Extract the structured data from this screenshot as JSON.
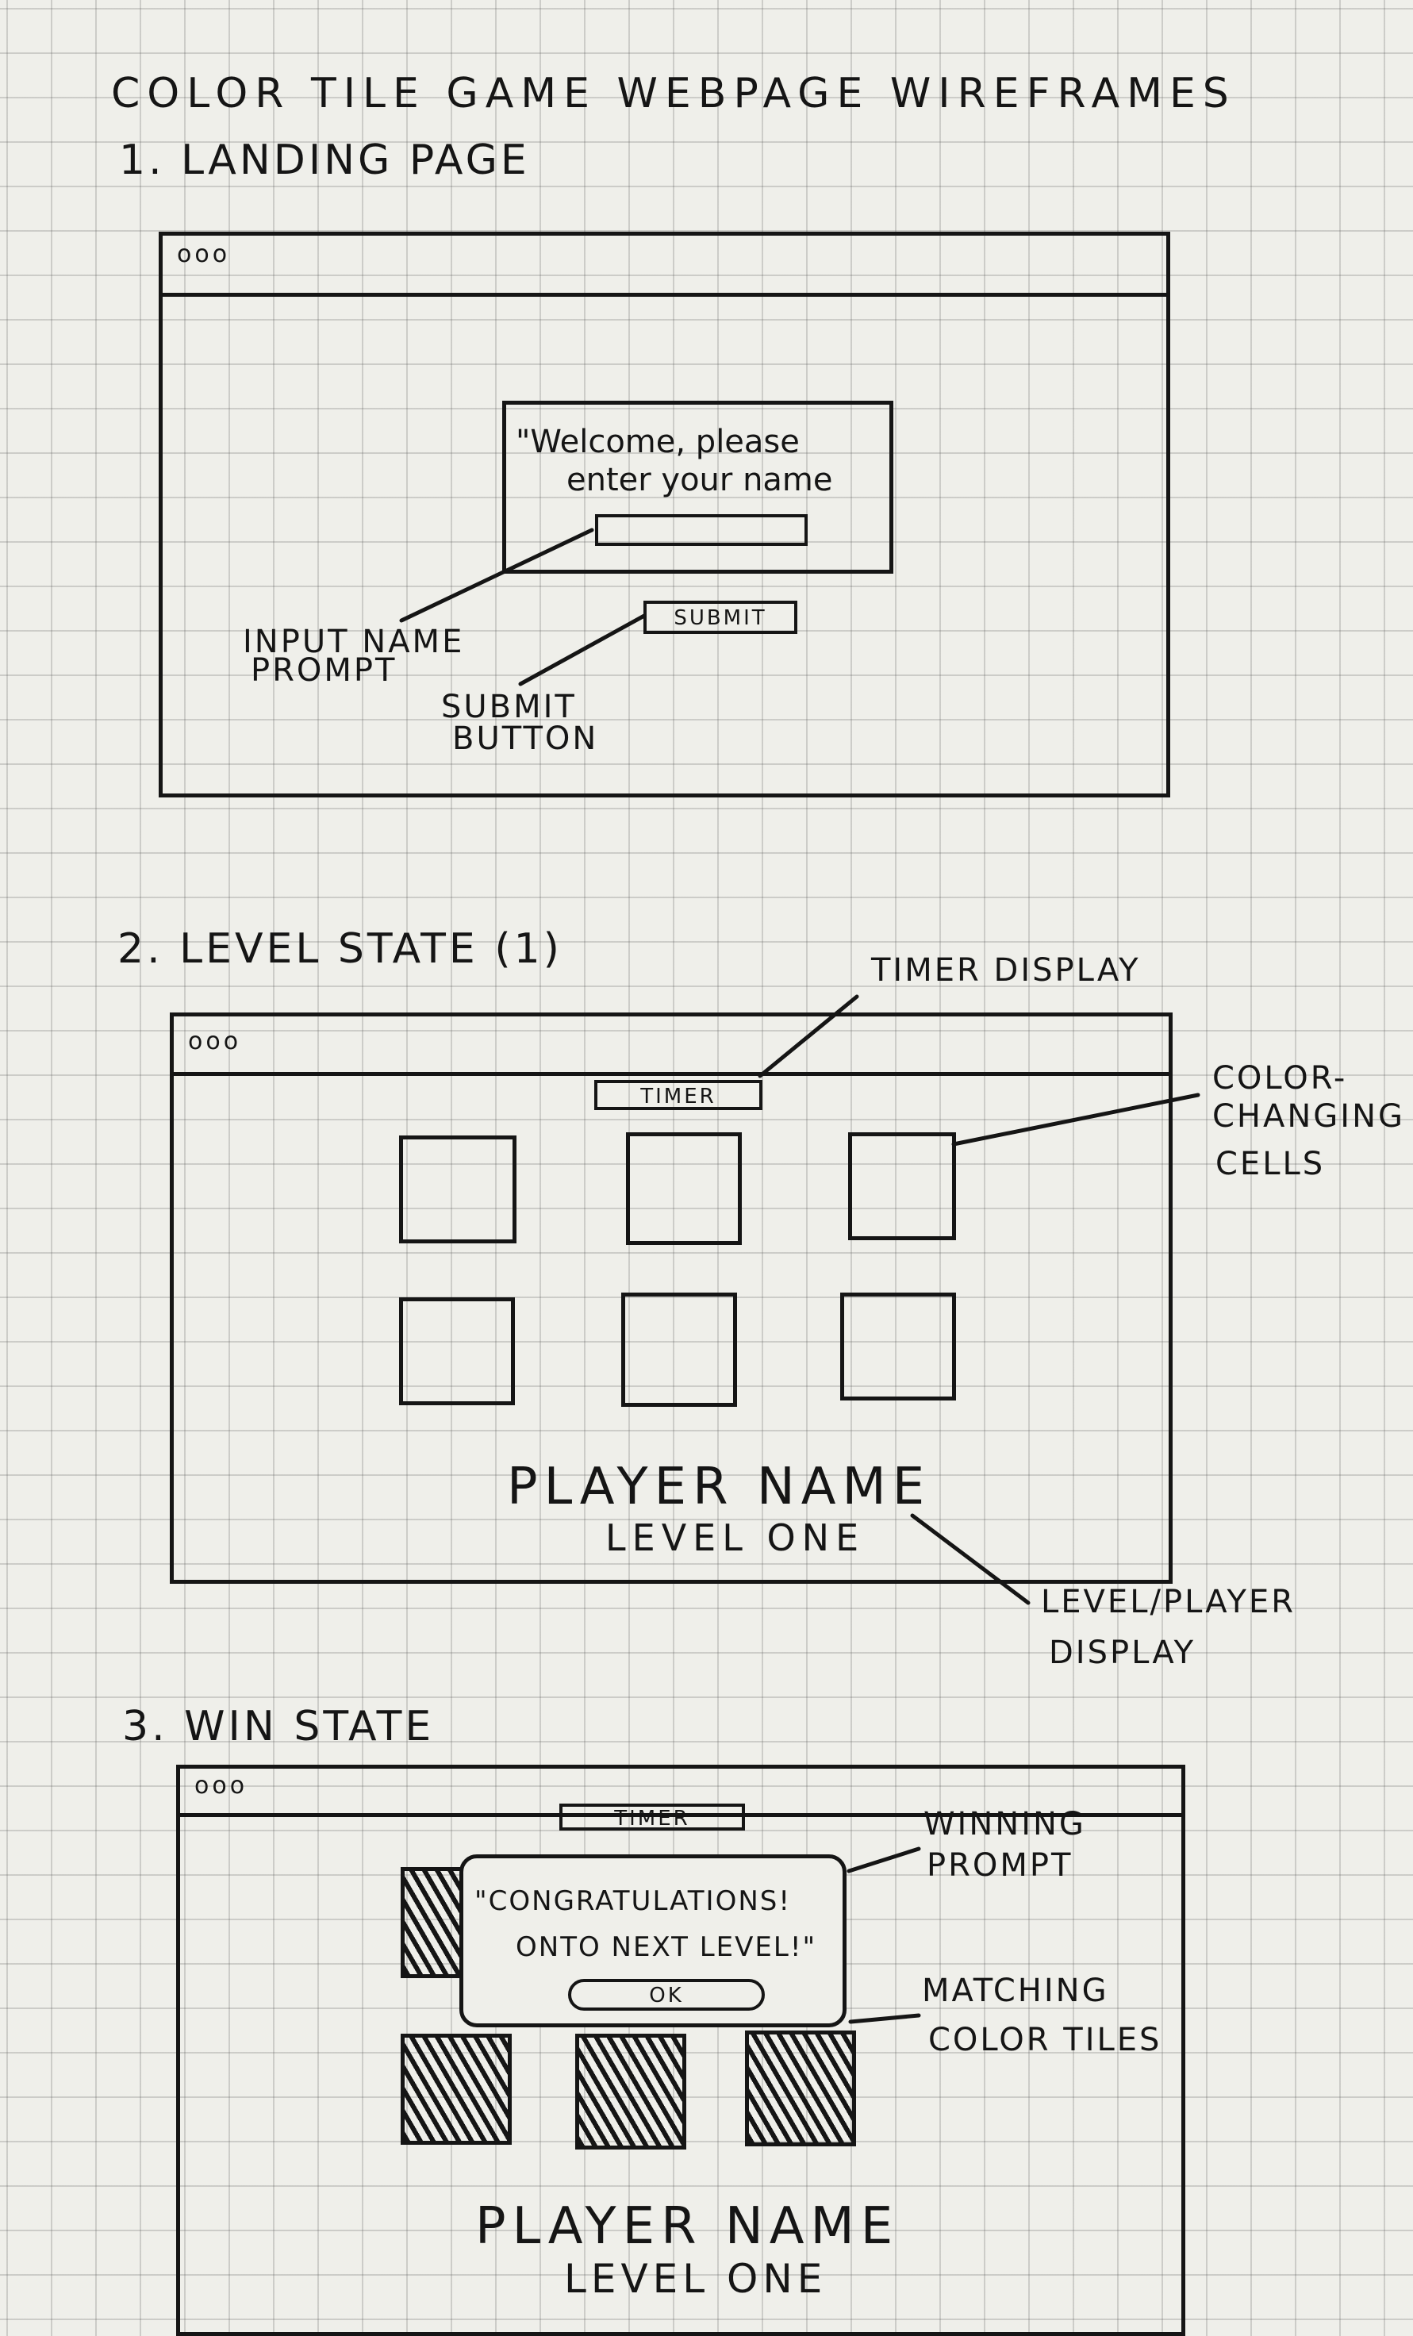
{
  "title": "COLOR TILE GAME WEBPAGE WIREFRAMES",
  "sections": {
    "landing": {
      "heading": "1. LANDING PAGE",
      "browser_dots": "ooo",
      "prompt_line1": "\"Welcome, please",
      "prompt_line2": "enter your name",
      "submit_label": "SUBMIT",
      "annotation_input_1": "INPUT NAME",
      "annotation_input_2": "PROMPT",
      "annotation_submit_1": "SUBMIT",
      "annotation_submit_2": "BUTTON"
    },
    "level": {
      "heading": "2. LEVEL STATE (1)",
      "browser_dots": "ooo",
      "timer_label": "TIMER",
      "player_name": "PLAYER NAME",
      "level_label": "LEVEL ONE",
      "annotation_timer": "TIMER DISPLAY",
      "annotation_cells_1": "COLOR-",
      "annotation_cells_2": "CHANGING",
      "annotation_cells_3": "CELLS",
      "annotation_level_1": "LEVEL/PLAYER",
      "annotation_level_2": "DISPLAY"
    },
    "win": {
      "heading": "3. WIN STATE",
      "browser_dots": "ooo",
      "timer_label": "TIMER",
      "congrats_line1": "\"CONGRATULATIONS!",
      "congrats_line2": "ONTO NEXT LEVEL!\"",
      "ok_label": "OK",
      "player_name": "PLAYER NAME",
      "level_label": "LEVEL ONE",
      "annotation_prompt_1": "WINNING",
      "annotation_prompt_2": "PROMPT",
      "annotation_tiles_1": "MATCHING",
      "annotation_tiles_2": "COLOR TILES"
    }
  }
}
